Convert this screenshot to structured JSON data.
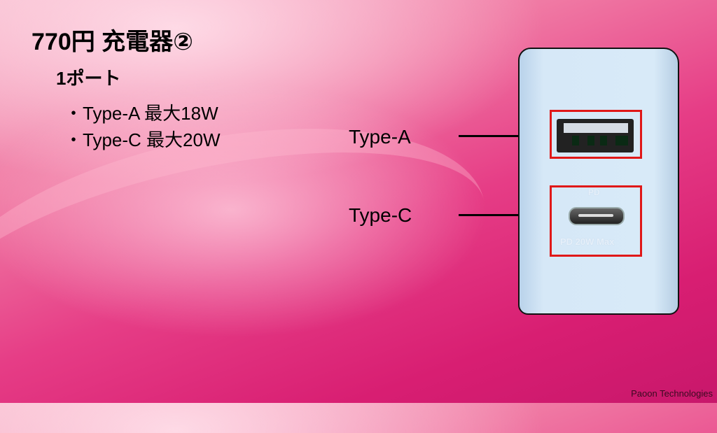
{
  "slide": {
    "title": "770円 充電器②",
    "subtitle": "1ポート",
    "bullets": [
      "・Type-A 最大18W",
      "・Type-C 最大20W"
    ],
    "labels": {
      "type_a": "Type-A",
      "type_c": "Type-C"
    },
    "charger": {
      "pd_mark": "PD",
      "rating": "PD 20W Max"
    },
    "footer": "Paoon Technologies"
  },
  "colors": {
    "highlight": "#e01818"
  }
}
